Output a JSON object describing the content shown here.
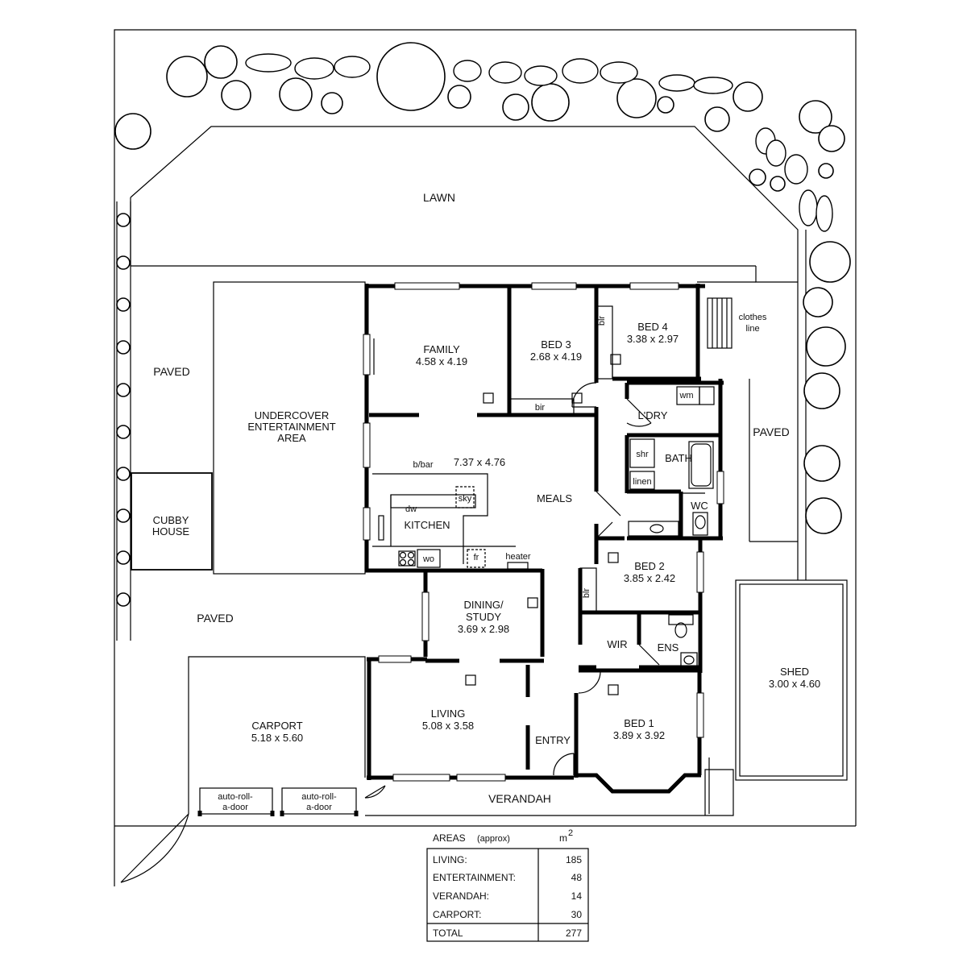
{
  "outdoor": {
    "lawn": "LAWN",
    "paved_left": "PAVED",
    "paved_right": "PAVED",
    "paved_bottom": "PAVED",
    "clothes_line": [
      "clothes",
      "line"
    ],
    "verandah": "VERANDAH",
    "entertainment": [
      "UNDERCOVER",
      "ENTERTAINMENT",
      "AREA"
    ],
    "cubby": [
      "CUBBY",
      "HOUSE"
    ],
    "carport": {
      "name": "CARPORT",
      "dims": "5.18 x 5.60"
    },
    "shed": {
      "name": "SHED",
      "dims": "3.00 x 4.60"
    },
    "auto_door_1": [
      "auto-roll-",
      "a-door"
    ],
    "auto_door_2": [
      "auto-roll-",
      "a-door"
    ]
  },
  "rooms": {
    "family": {
      "name": "FAMILY",
      "dims": "4.58 x 4.19"
    },
    "bed3": {
      "name": "BED 3",
      "dims": "2.68 x 4.19"
    },
    "bed4": {
      "name": "BED 4",
      "dims": "3.38 x 2.97"
    },
    "bed2": {
      "name": "BED 2",
      "dims": "3.85 x 2.42"
    },
    "bed1": {
      "name": "BED 1",
      "dims": "3.89 x 3.92"
    },
    "dining": {
      "name": [
        "DINING/",
        "STUDY"
      ],
      "dims": "3.69 x 2.98"
    },
    "living": {
      "name": "LIVING",
      "dims": "5.08 x 3.58"
    },
    "meals": {
      "name": "MEALS",
      "dims": "7.37 x 4.76"
    },
    "kitchen": "KITCHEN",
    "laundry": "L'DRY",
    "bath": "BATH",
    "wc": "WC",
    "ens": "ENS",
    "wir": "WIR",
    "entry": "ENTRY"
  },
  "fixtures": {
    "bir_bed3": "bir",
    "bir_bed4": "blr",
    "bir_bed2": "blr",
    "wm": "wm",
    "shr": "shr",
    "linen": "linen",
    "bbar": "b/bar",
    "dw": "dw",
    "sky": "sky",
    "wo": "wo",
    "fr": "fr",
    "heater": "heater"
  },
  "areas": {
    "title": "AREAS",
    "title_note": "(approx)",
    "unit": "m",
    "unit_sup": "2",
    "rows": [
      {
        "label": "LIVING:",
        "value": "185"
      },
      {
        "label": "ENTERTAINMENT:",
        "value": "48"
      },
      {
        "label": "VERANDAH:",
        "value": "14"
      },
      {
        "label": "CARPORT:",
        "value": "30"
      },
      {
        "label": "TOTAL",
        "value": "277"
      }
    ]
  }
}
